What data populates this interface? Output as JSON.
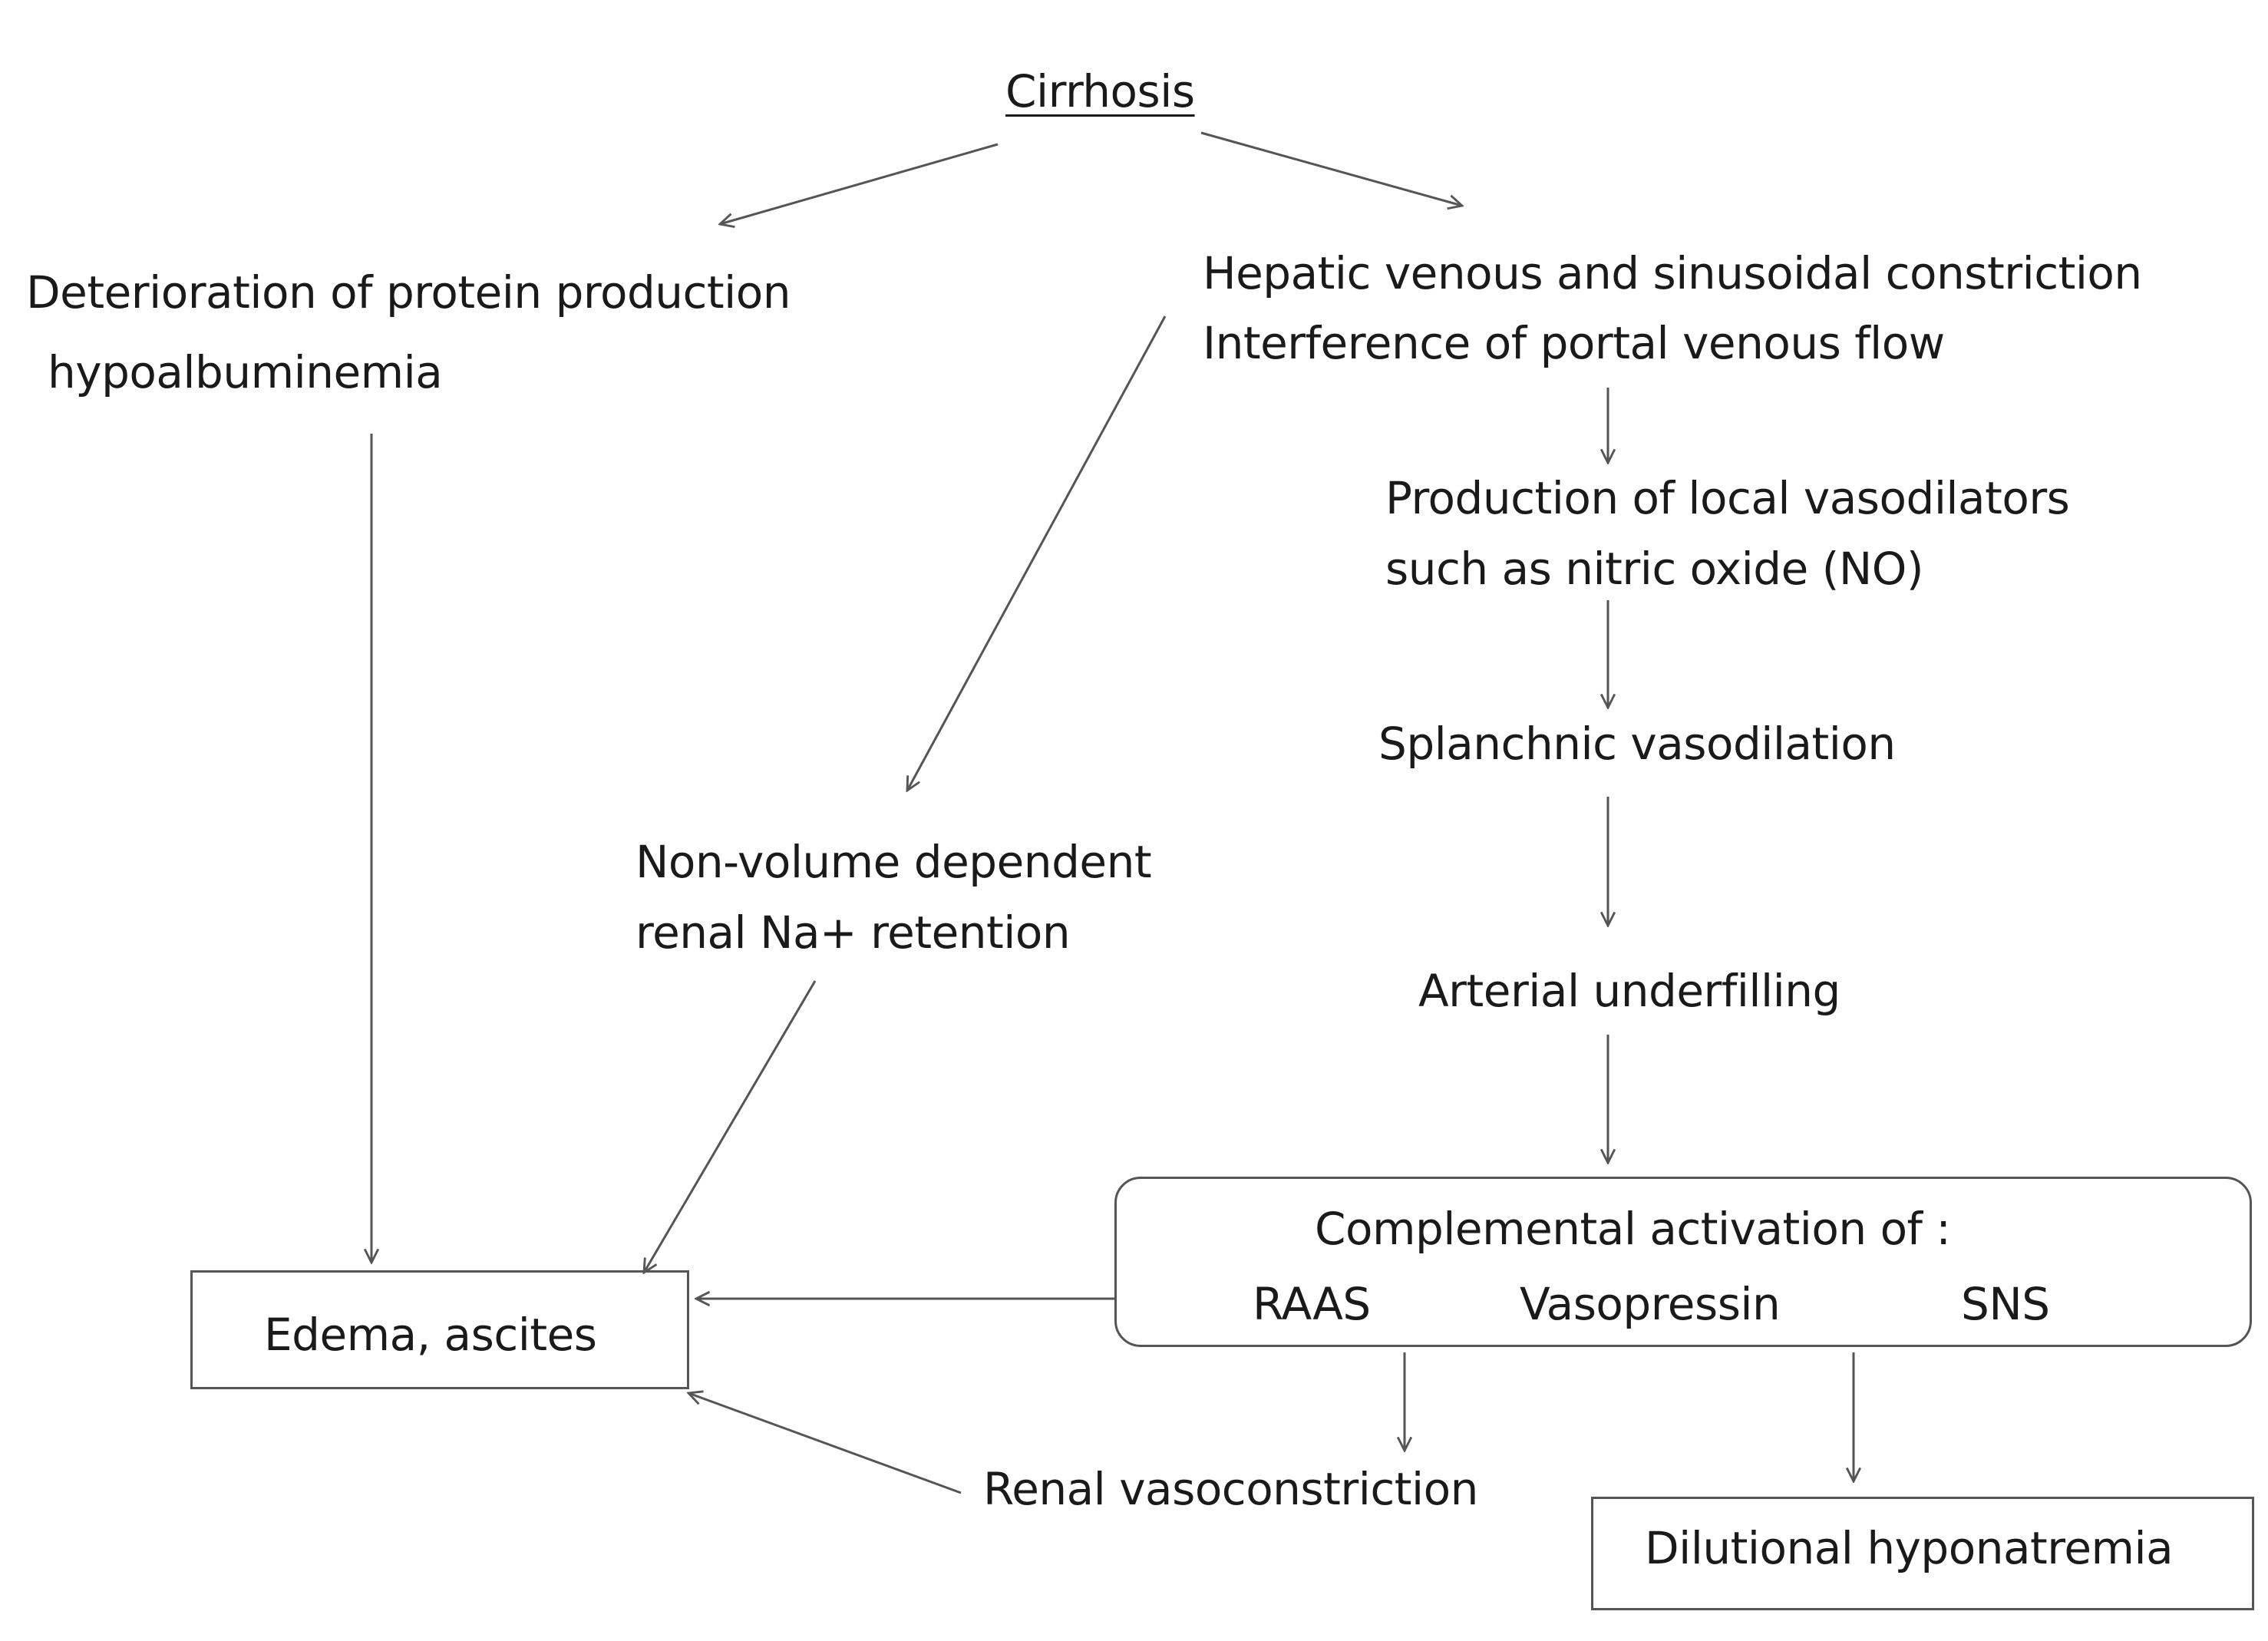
{
  "title": "Cirrhosis",
  "nodes": {
    "protein": {
      "line1": "Deterioration of protein production",
      "line2": "hypoalbuminemia"
    },
    "hepatic": {
      "line1": "Hepatic venous and sinusoidal constriction",
      "line2": "Interference of portal venous flow"
    },
    "vasodilators": {
      "line1": "Production of local vasodilators",
      "line2": "such as nitric oxide (NO)"
    },
    "splanchnic": "Splanchnic vasodilation",
    "underfilling": "Arterial underfilling",
    "retention": {
      "line1": "Non-volume dependent",
      "line2": "renal Na+ retention"
    },
    "activation": {
      "heading": "Complemental activation of :",
      "items": [
        "RAAS",
        "Vasopressin",
        "SNS"
      ]
    },
    "edema": "Edema, ascites",
    "renal_vaso": "Renal vasoconstriction",
    "hyponatremia": "Dilutional hyponatremia"
  },
  "colors": {
    "text": "#1a1a1a",
    "line": "#555555",
    "background": "#ffffff"
  }
}
